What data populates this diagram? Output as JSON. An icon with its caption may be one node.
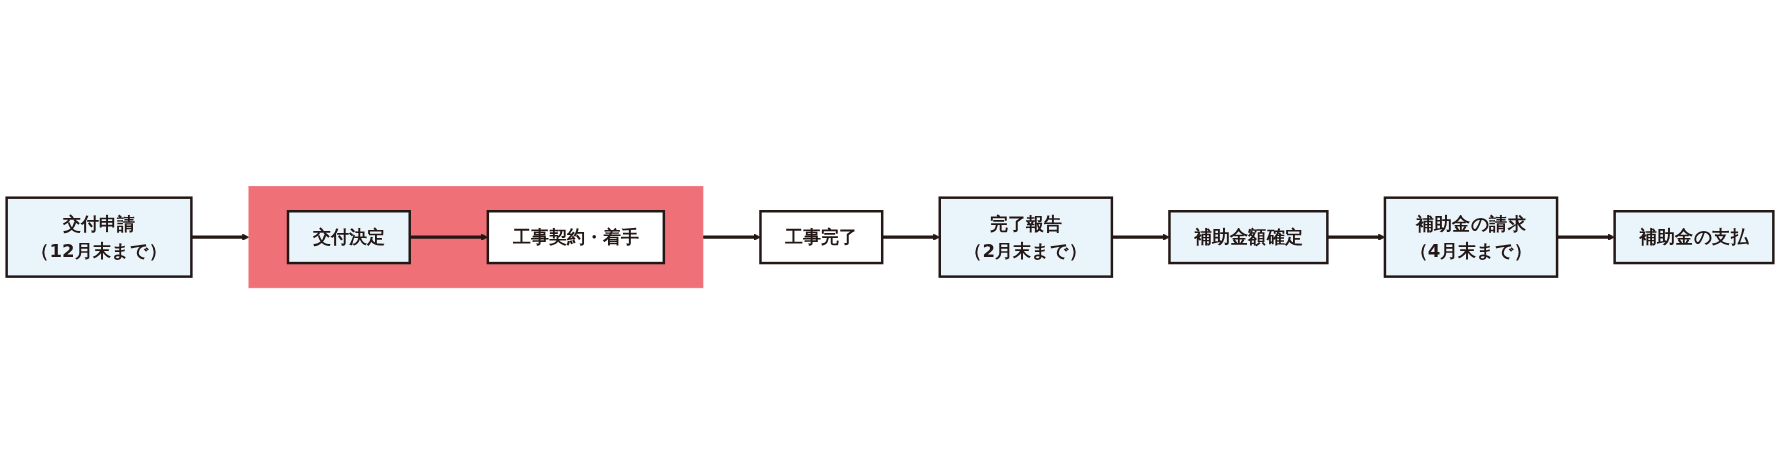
{
  "diagram": {
    "nodes": [
      {
        "text": [
          "交付申請",
          "（12月末まで）"
        ]
      },
      {
        "text": [],
        "shape": "box"
      },
      {
        "text": [
          "交付決定"
        ],
        "in": 1
      },
      {
        "text": [
          "工事契約・着手"
        ],
        "in": 1
      },
      {
        "text": [
          "工事完了"
        ]
      },
      {
        "text": [
          "完了報告",
          "（2月末まで）"
        ]
      },
      {
        "text": [
          "補助金額確定"
        ]
      },
      {
        "text": [
          "補助金の請求",
          "（4月末まで）"
        ]
      },
      {
        "text": [
          "補助金の支払"
        ]
      }
    ],
    "edges": [
      {
        "from": 0,
        "to": 1,
        "arrow": "to"
      },
      {
        "from": 2,
        "to": 3,
        "arrow": "to"
      },
      {
        "from": 1,
        "to": 4,
        "arrow": "to"
      },
      {
        "from": 4,
        "to": 5,
        "arrow": "to"
      },
      {
        "from": 5,
        "to": 6,
        "arrow": "to"
      },
      {
        "from": 6,
        "to": 7,
        "arrow": "to"
      },
      {
        "from": 7,
        "to": 8,
        "arrow": "to"
      }
    ]
  }
}
